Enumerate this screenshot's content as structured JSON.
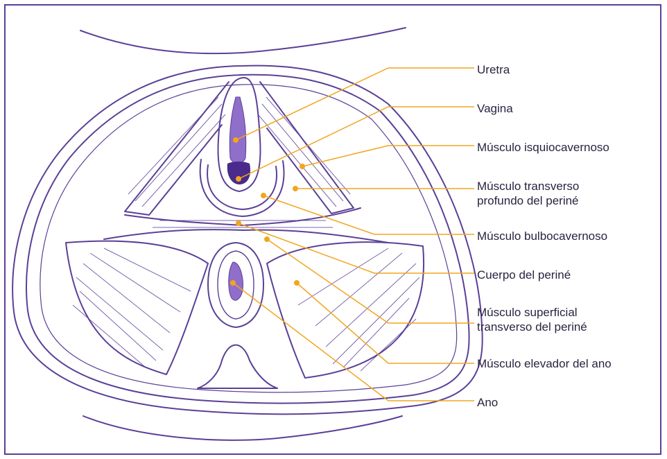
{
  "colors": {
    "outline": "#5b3f97",
    "fill_dark": "#4a2a8a",
    "fill_light": "#8f6fc9",
    "leader": "#f2a51e",
    "text": "#2a2340"
  },
  "labels": [
    {
      "id": "uretra",
      "lines": [
        "Uretra"
      ]
    },
    {
      "id": "vagina",
      "lines": [
        "Vagina"
      ]
    },
    {
      "id": "isquiocavernoso",
      "lines": [
        "Músculo isquiocavernoso"
      ]
    },
    {
      "id": "transverso-profundo",
      "lines": [
        "Músculo transverso",
        "profundo del periné"
      ]
    },
    {
      "id": "bulbocavernoso",
      "lines": [
        "Músculo bulbocavernoso"
      ]
    },
    {
      "id": "cuerpo-perine",
      "lines": [
        "Cuerpo del periné"
      ]
    },
    {
      "id": "superficial-transverso",
      "lines": [
        "Músculo superficial",
        "transverso del periné"
      ]
    },
    {
      "id": "elevador-ano",
      "lines": [
        "Músculo elevador del ano"
      ]
    },
    {
      "id": "ano",
      "lines": [
        "Ano"
      ]
    }
  ]
}
